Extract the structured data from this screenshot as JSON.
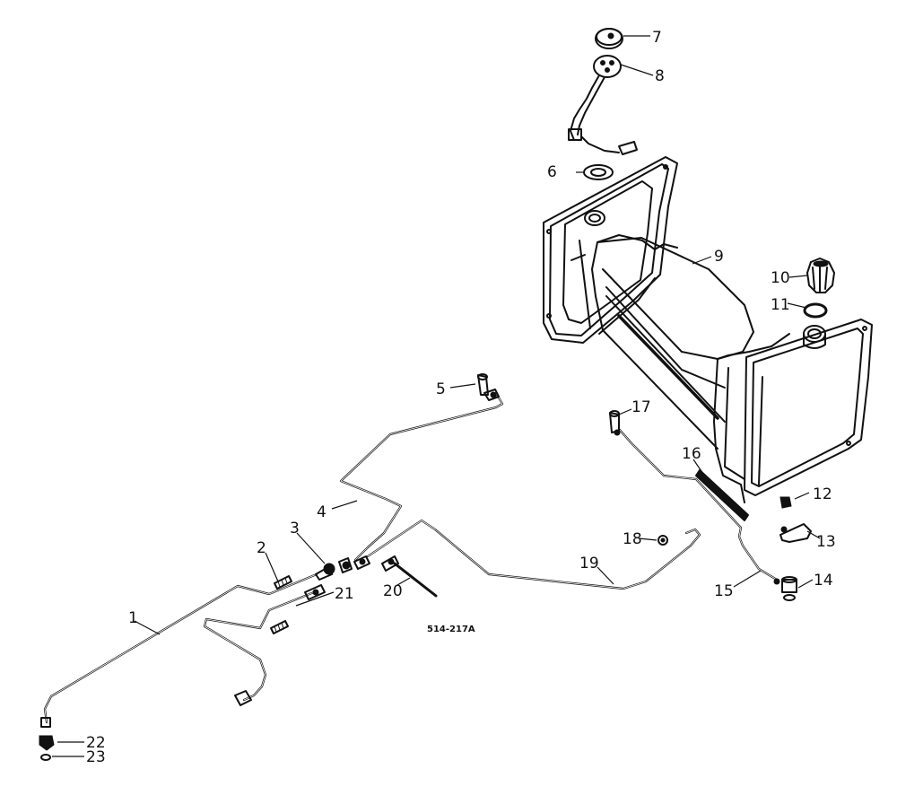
{
  "drawing_number": "514-217A",
  "callouts": [
    {
      "id": "1",
      "label": "1"
    },
    {
      "id": "2",
      "label": "2"
    },
    {
      "id": "3",
      "label": "3"
    },
    {
      "id": "4",
      "label": "4"
    },
    {
      "id": "5",
      "label": "5"
    },
    {
      "id": "6",
      "label": "6"
    },
    {
      "id": "7",
      "label": "7"
    },
    {
      "id": "8",
      "label": "8"
    },
    {
      "id": "9",
      "label": "9"
    },
    {
      "id": "10",
      "label": "10"
    },
    {
      "id": "11",
      "label": "11"
    },
    {
      "id": "12",
      "label": "12"
    },
    {
      "id": "13",
      "label": "13"
    },
    {
      "id": "14",
      "label": "14"
    },
    {
      "id": "15",
      "label": "15"
    },
    {
      "id": "16",
      "label": "16"
    },
    {
      "id": "17",
      "label": "17"
    },
    {
      "id": "18",
      "label": "18"
    },
    {
      "id": "19",
      "label": "19"
    },
    {
      "id": "20",
      "label": "20"
    },
    {
      "id": "21",
      "label": "21"
    },
    {
      "id": "22",
      "label": "22"
    },
    {
      "id": "23",
      "label": "23"
    }
  ]
}
